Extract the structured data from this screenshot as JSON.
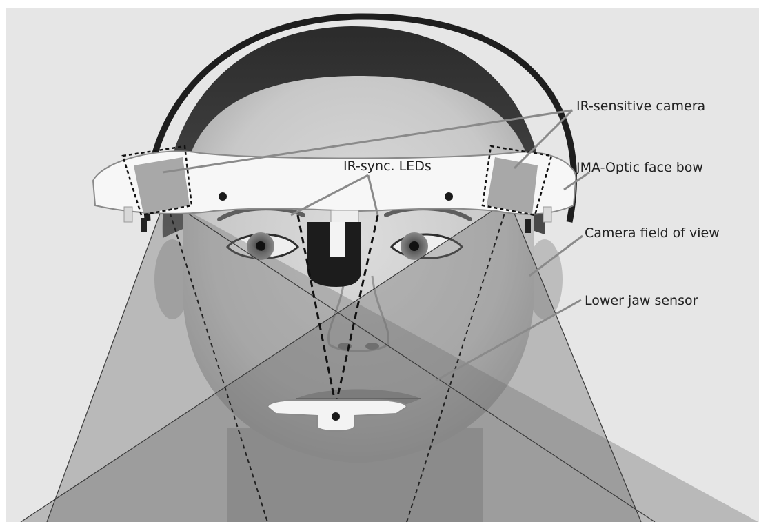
{
  "figure": {
    "labels": {
      "ir_camera": "IR-sensitive camera",
      "face_bow": "JMA-Optic face bow",
      "fov": "Camera field of view",
      "ir_leds": "IR-sync. LEDs",
      "jaw_sensor": "Lower jaw sensor"
    }
  },
  "colors": {
    "background": "#e6e6e6",
    "leader_line": "#8a8a8a",
    "fov_fill": "#707070",
    "skin": "#cfcfcf",
    "hair": "#3a3a3a",
    "device": "#f7f7f7",
    "label_text": "#222222"
  }
}
